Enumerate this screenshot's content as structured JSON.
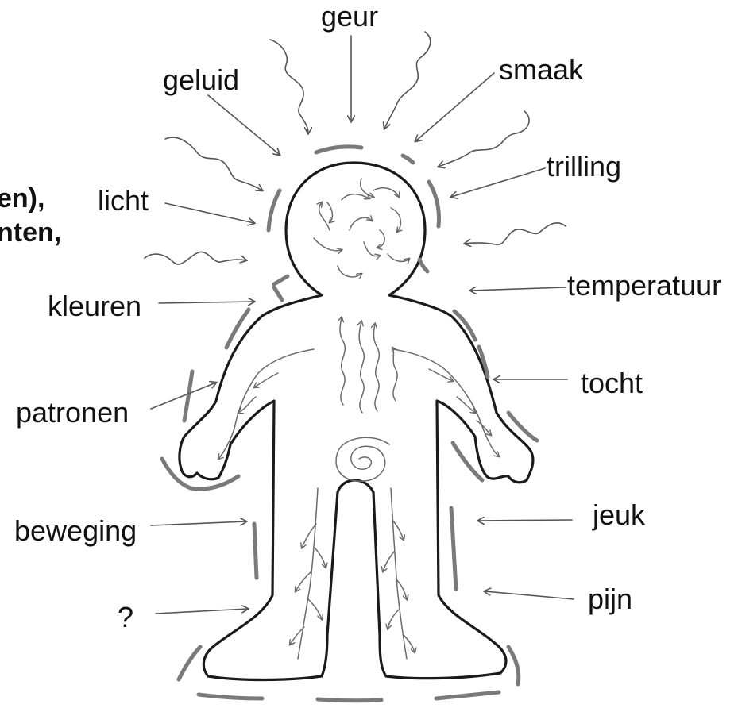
{
  "labels": {
    "geur": "geur",
    "smaak": "smaak",
    "geluid": "geluid",
    "trilling": "trilling",
    "licht": "licht",
    "temperatuur": "temperatuur",
    "kleuren": "kleuren",
    "tocht": "tocht",
    "patronen": "patronen",
    "jeuk": "jeuk",
    "beweging": "beweging",
    "pijn": "pijn",
    "unknown": "?"
  },
  "cut_text": {
    "line1": "en),",
    "line2": "nten,"
  },
  "colors": {
    "outline": "#1a1a1a",
    "arrows": "#555555",
    "aura": "#7a7a7a",
    "text": "#111111"
  }
}
